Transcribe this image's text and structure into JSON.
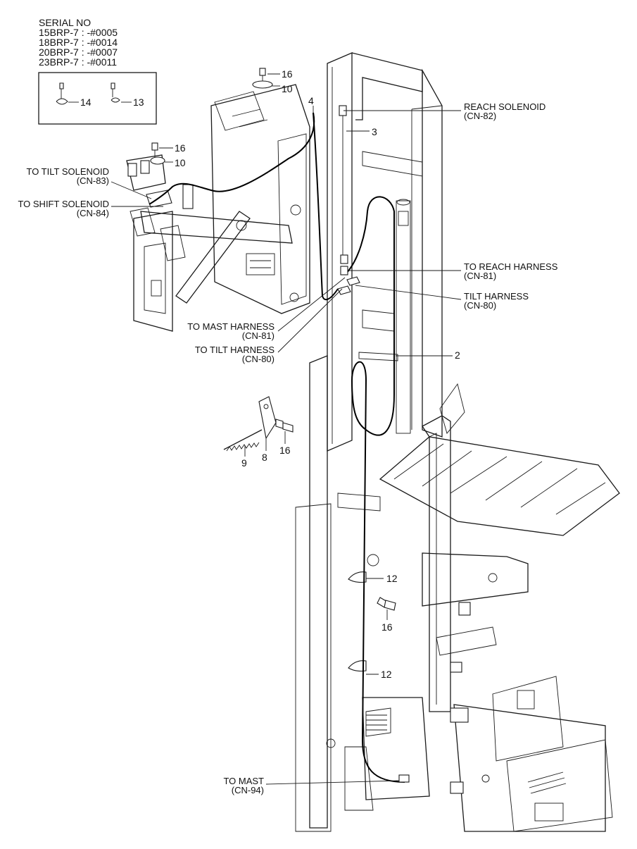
{
  "serial": {
    "heading": "SERIAL NO",
    "lines": [
      "15BRP-7 : -#0005",
      "18BRP-7 : -#0014",
      "20BRP-7 : -#0007",
      "23BRP-7 : -#0011"
    ]
  },
  "inset": {
    "part_a": "14",
    "part_b": "13"
  },
  "labels": {
    "reach_solenoid": "REACH SOLENOID",
    "reach_solenoid_cn": "(CN-82)",
    "tilt_solenoid": "TO TILT SOLENOID",
    "tilt_solenoid_cn": "(CN-83)",
    "shift_solenoid": "TO SHIFT SOLENOID",
    "shift_solenoid_cn": "(CN-84)",
    "reach_harness": "TO REACH HARNESS",
    "reach_harness_cn": "(CN-81)",
    "tilt_harness": "TILT HARNESS",
    "tilt_harness_cn": "(CN-80)",
    "mast_harness": "TO MAST HARNESS",
    "mast_harness_cn": "(CN-81)",
    "to_tilt_harness": "TO TILT HARNESS",
    "to_tilt_harness_cn": "(CN-80)",
    "to_mast": "TO MAST",
    "to_mast_cn": "(CN-94)"
  },
  "part_numbers": {
    "p16_top": "16",
    "p10_top": "10",
    "p4": "4",
    "p3": "3",
    "p16_mid": "16",
    "p10_mid": "10",
    "p2": "2",
    "p9": "9",
    "p8": "8",
    "p16_spring": "16",
    "p12_upper": "12",
    "p16_lower": "16",
    "p12_lower": "12"
  }
}
